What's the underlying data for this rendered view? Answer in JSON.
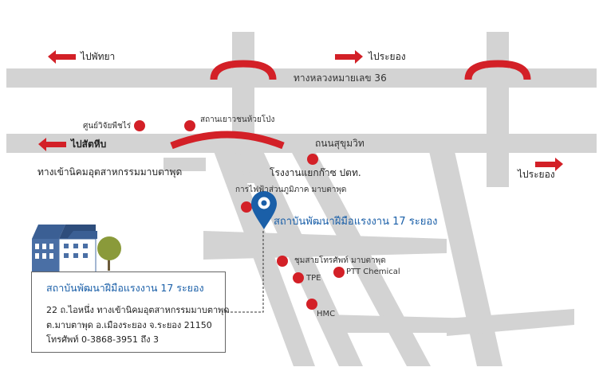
{
  "roads": {
    "highway36": "ทางหลวงหมายเลข 36",
    "sukhumvit": "ถนนสุขุมวิท"
  },
  "directions": {
    "pattaya": "ไปพัทยา",
    "rayong_top": "ไประยอง",
    "sattahip": "ไปสัตหีบ",
    "rayong_right": "ไประยอง"
  },
  "places": {
    "estate_entrance": "ทางเข้านิคมอุตสาหกรรมมาบตาพุด",
    "research_center": "ศูนย์วิจัยพืชไร่",
    "huaypong_station": "สถานเยาวชนห้วยโป่ง",
    "gas_plant": "โรงงานแยกก๊าซ ปตท.",
    "egat": "การไฟฟ้าส่วนภูมิภาค มาบตาพุด",
    "telephone": "ชุมสายโทรศัพท์ มาบตาพุด",
    "ptt_chemical": "PTT Chemical",
    "tpe": "TPE",
    "hmc": "HMC"
  },
  "destination": {
    "name": "สถาบันพัฒนาฝีมือแรงงาน 17 ระยอง"
  },
  "infobox": {
    "title": "สถาบันพัฒนาฝีมือแรงงาน 17 ระยอง",
    "address_line1": "22 ถ.ไอหนึ่ง ทางเข้านิคมอุตสาหกรรมมาบตาพุด",
    "address_line2": "ต.มาบตาพุด อ.เมืองระยอง จ.ระยอง 21150",
    "phone": "โทรศัพท์ 0-3868-3951 ถึง 3"
  },
  "colors": {
    "road": "#d3d3d3",
    "accent_red": "#d32027",
    "pin_blue": "#1a5fa8",
    "tree_green": "#8a9a3a",
    "building_blue": "#4a6fa5"
  },
  "icons": {
    "marker": "location-pin-icon",
    "landmark": "red-octagon-icon",
    "arrow": "red-arrow-icon",
    "building": "building-icon",
    "tree": "tree-icon"
  }
}
